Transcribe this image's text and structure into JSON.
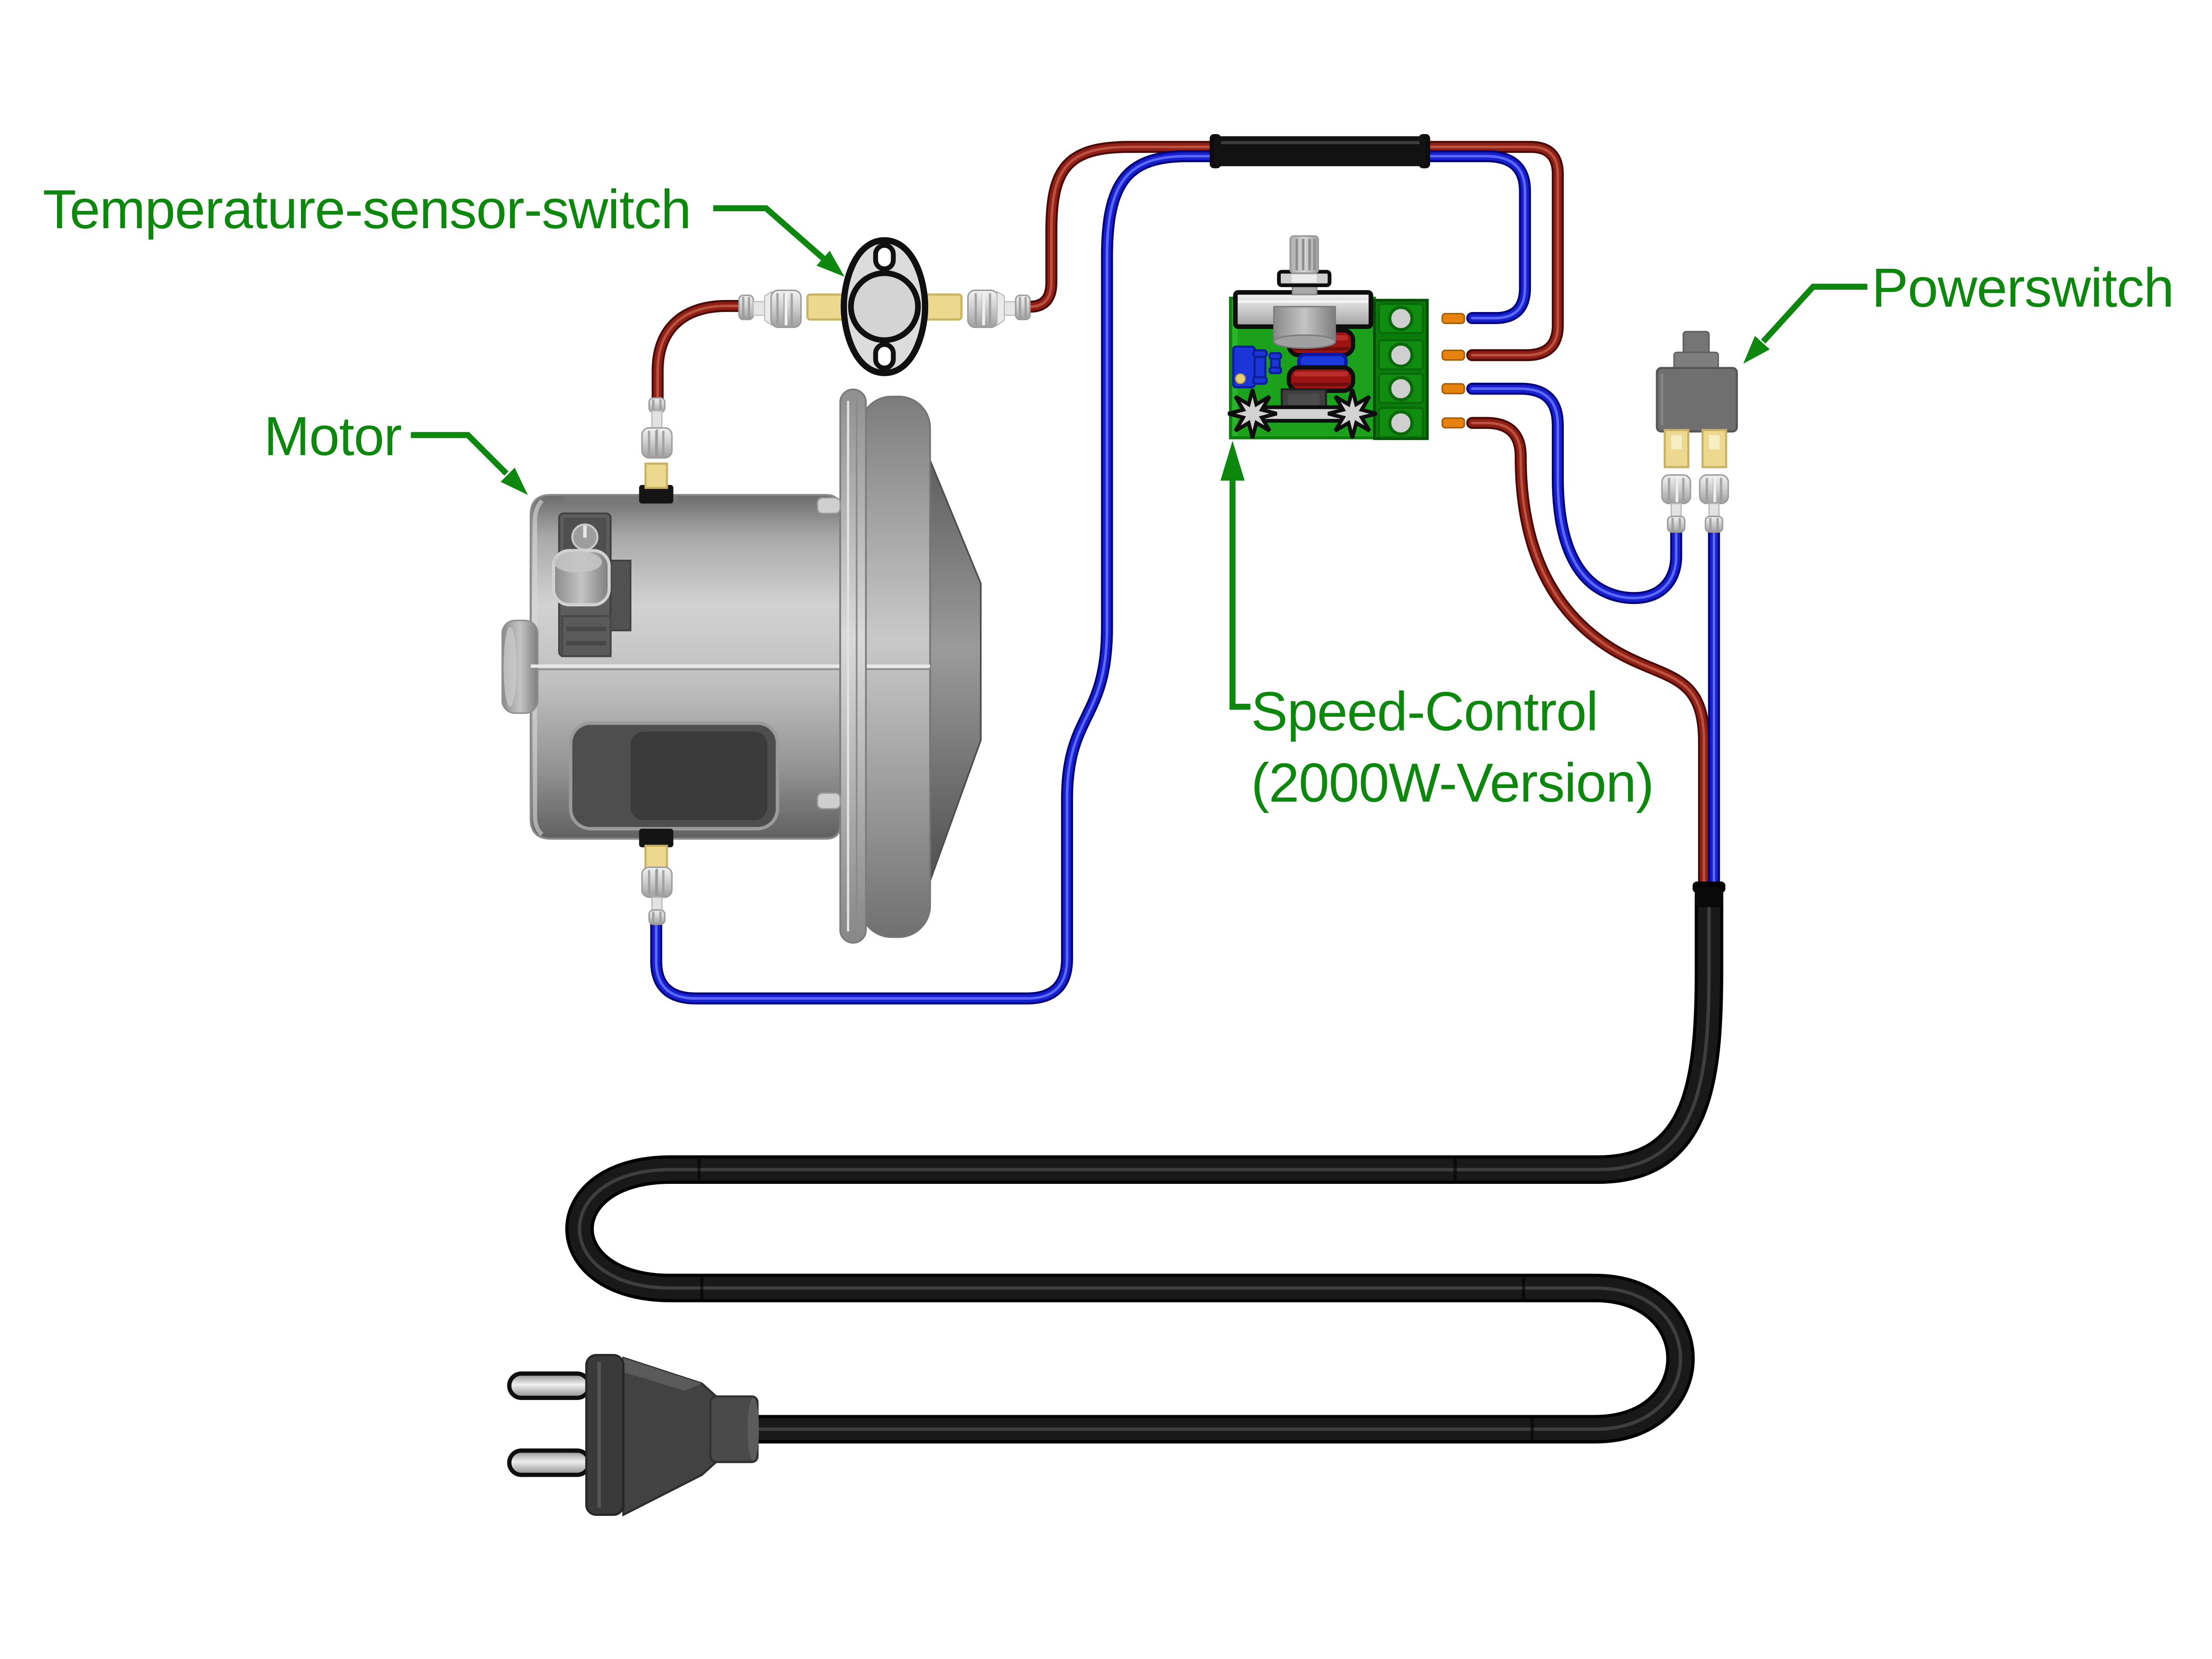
{
  "canvas": {
    "background": "#ffffff"
  },
  "palette": {
    "label_green": "#0d870d",
    "wire_brown": "#8e2016",
    "wire_blue": "#1620cf",
    "cable_black": "#161616",
    "pcb_green": "#1ca11c",
    "terminal_block_green": "#0a7c0a",
    "spade_yellow": "#ecd98f",
    "ferrule_orange": "#e8820f",
    "capacitor_red": "#9c1313",
    "component_blue": "#1b35d8",
    "metal_grey": "#c9c9c9",
    "switch_grey": "#6f6f6f"
  },
  "labels": {
    "temperature_sensor_switch": "Temperature-sensor-switch",
    "motor": "Motor",
    "speed_control_line1": "Speed-Control",
    "speed_control_line2": "(2000W-Version)",
    "powerswitch": "Powerswitch"
  },
  "components": [
    {
      "name": "temperature-sensor-switch",
      "icon": "thermal-disc-switch-icon"
    },
    {
      "name": "motor",
      "icon": "vacuum-motor-icon"
    },
    {
      "name": "speed-control-board",
      "icon": "pcb-potentiometer-icon"
    },
    {
      "name": "powerswitch",
      "icon": "push-button-switch-icon"
    },
    {
      "name": "power-plug",
      "icon": "mains-plug-icon"
    },
    {
      "name": "power-cord",
      "icon": "mains-cord-icon"
    }
  ]
}
